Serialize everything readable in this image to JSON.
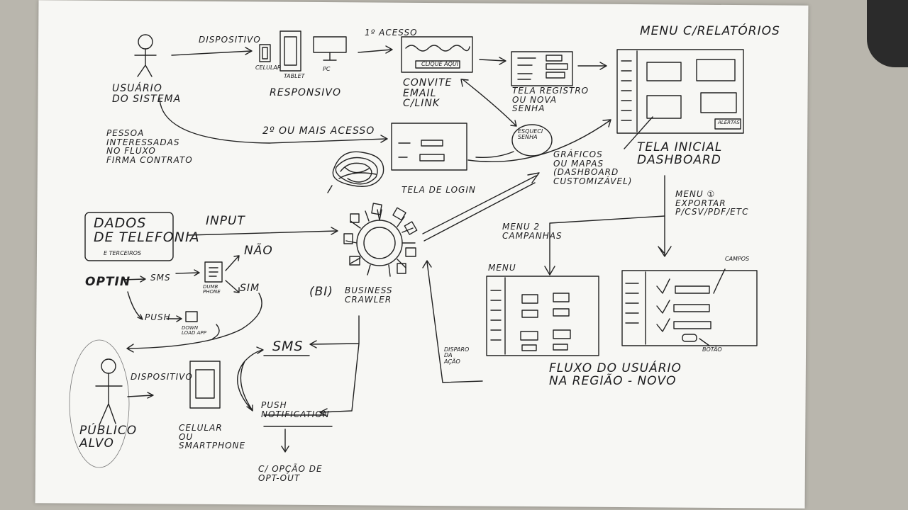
{
  "actors": {
    "system_user": {
      "title": "USUÁRIO\nDO SISTEMA",
      "note": "PESSOA\nINTERESSADAS\nNO FLUXO\nFIRMA CONTRATO"
    },
    "audience": {
      "title": "PÚBLICO\nALVO"
    }
  },
  "devices": {
    "arrow_label": "DISPOSITIVO",
    "celular": "CELULAR",
    "tablet": "TABLET",
    "pc": "PC",
    "caption": "RESPONSIVO"
  },
  "first_access": {
    "arrow_label": "1º ACESSO",
    "button": "CLIQUE AQUI",
    "caption": "CONVITE\nEMAIL\nC/LINK"
  },
  "register": {
    "caption": "TELA REGISTRO\nOU NOVA\nSENHA"
  },
  "forgot": {
    "label": "ESQUECI\nSENHA"
  },
  "dashboard": {
    "menu_label": "MENU C/RELATÓRIOS",
    "alerts": "ALERTAS",
    "caption": "TELA INICIAL\nDASHBOARD",
    "graphs_note": "GRÁFICOS\nOU MAPAS\n(DASHBOARD\nCUSTOMIZÁVEL)"
  },
  "login": {
    "arrow_label": "2º OU MAIS ACESSO",
    "caption": "TELA DE LOGIN"
  },
  "data_sources": {
    "title": "DADOS\nDE TELEFONIA",
    "sub": "E TERCEIROS",
    "arrow_label": "INPUT"
  },
  "engine": {
    "tag": "(BI)",
    "name": "BUSINESS\nCRAWLER"
  },
  "optin": {
    "label": "OPTIN",
    "sms": "SMS",
    "push": "PUSH",
    "dumb_phone": "DUMB\nPHONE",
    "download_app": "DOWN\nLOAD APP",
    "no": "NÃO",
    "yes": "SIM"
  },
  "campaigns": {
    "menu2": "MENU 2\nCAMPANHAS",
    "menu": "MENU"
  },
  "export": {
    "label": "MENU ①\nEXPORTAR\nP/CSV/PDF/ETC",
    "fields": "CAMPOS",
    "button": "BOTÃO"
  },
  "flow": {
    "caption": "FLUXO DO USUÁRIO\nNA REGIÃO - NOVO"
  },
  "trigger": {
    "label": "DISPARO\nDA\nAÇÃO"
  },
  "target_device": {
    "arrow_label": "DISPOSITIVO",
    "caption": "CELULAR\nOU\nSMARTPHONE"
  },
  "outputs": {
    "sms": "SMS",
    "push": "PUSH\nNOTIFICATION",
    "optout": "C/ OPÇÃO DE\nOPT-OUT"
  }
}
